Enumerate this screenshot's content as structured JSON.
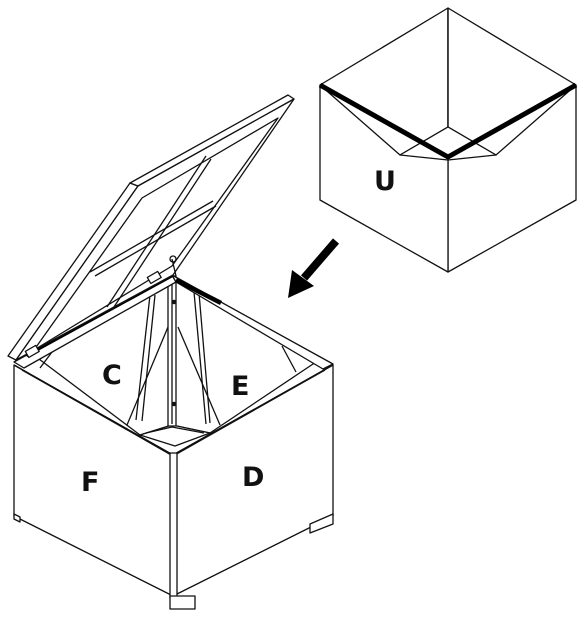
{
  "liner": {
    "label": "U"
  },
  "box": {
    "panels": {
      "back_left": "C",
      "back_right": "E",
      "front_left": "F",
      "front_right": "D"
    }
  },
  "arrow": {
    "direction": "down-left"
  },
  "colors": {
    "line": "#111111",
    "background": "#ffffff",
    "liner_rim": "#000000"
  }
}
